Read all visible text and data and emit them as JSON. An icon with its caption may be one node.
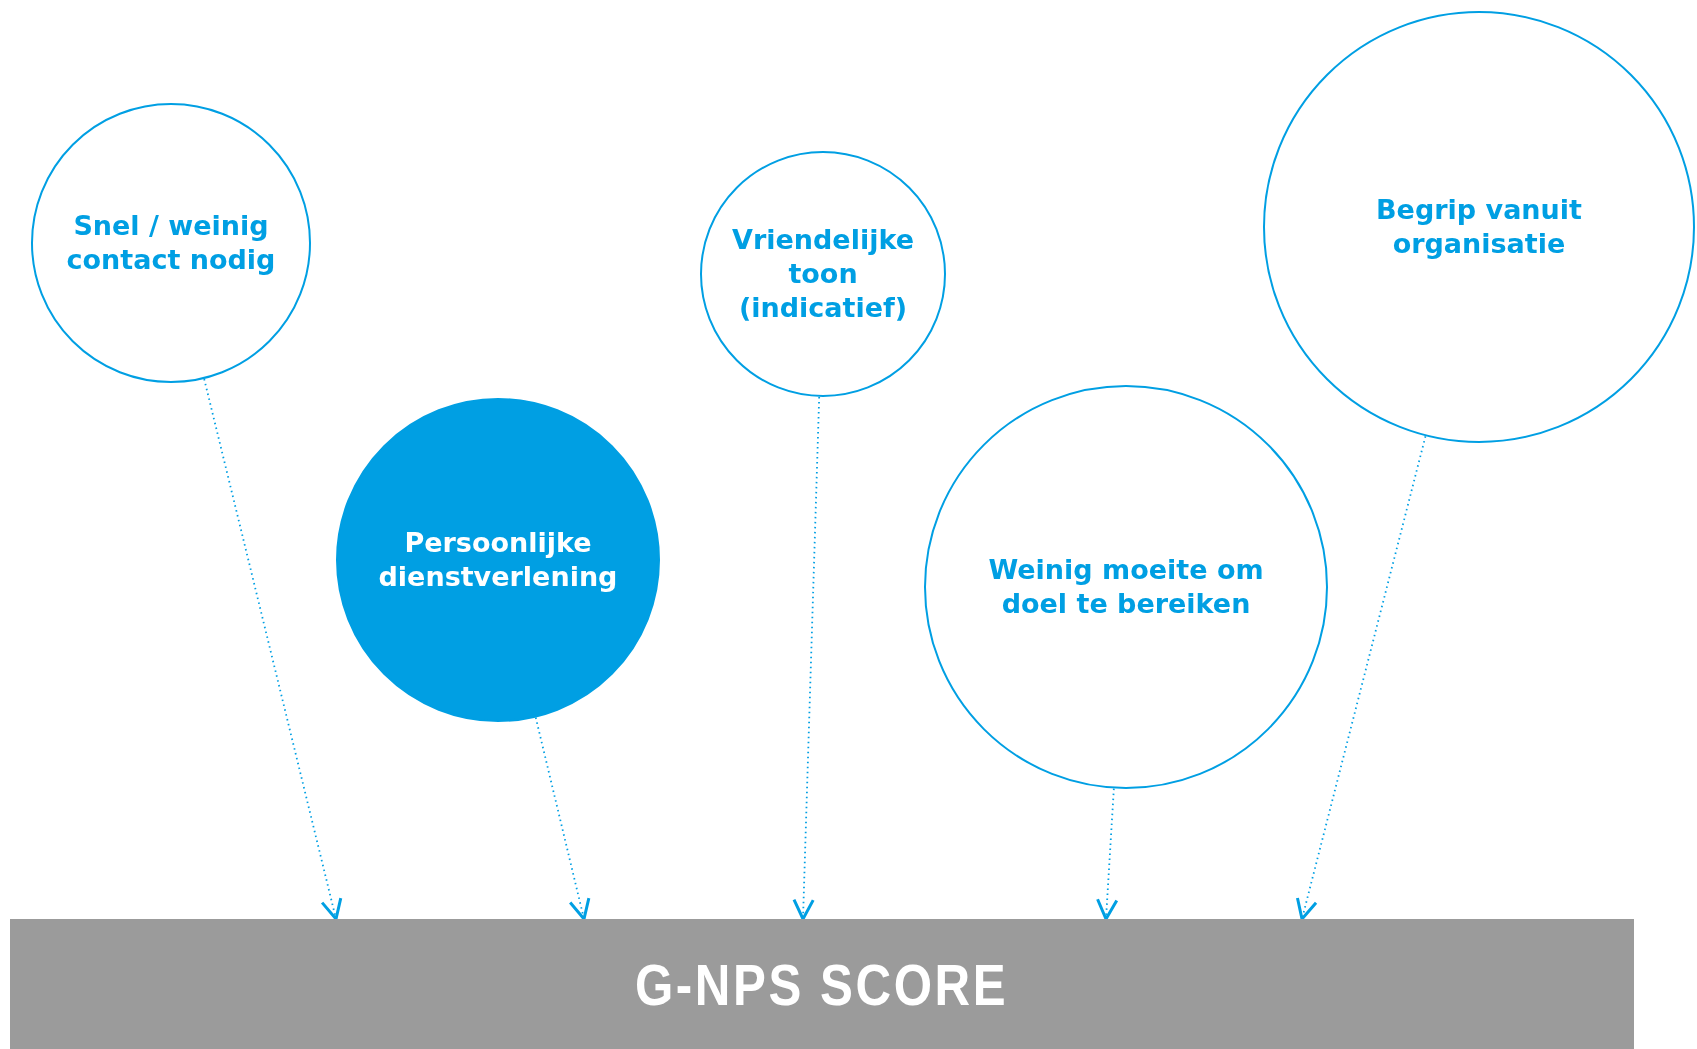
{
  "diagram": {
    "nodes": [
      {
        "text": [
          "Snel / weinig contact nodig"
        ]
      },
      {
        "text": [
          "Persoonlijke dienstverlening"
        ]
      },
      {
        "text": [
          "Vriendelijke toon (indicatief)"
        ]
      },
      {
        "text": [
          "Weinig moeite om doel te bereiken"
        ]
      },
      {
        "text": [
          "Begrip vanuit organisatie"
        ]
      },
      {
        "text": [
          "G-NPS SCORE"
        ]
      }
    ],
    "edges": [
      {
        "from": 0,
        "to": 5,
        "arrow": "to"
      },
      {
        "from": 1,
        "to": 5,
        "arrow": "to"
      },
      {
        "from": 2,
        "to": 5,
        "arrow": "to"
      },
      {
        "from": 3,
        "to": 5,
        "arrow": "to"
      },
      {
        "from": 4,
        "to": 5,
        "arrow": "to"
      }
    ]
  }
}
